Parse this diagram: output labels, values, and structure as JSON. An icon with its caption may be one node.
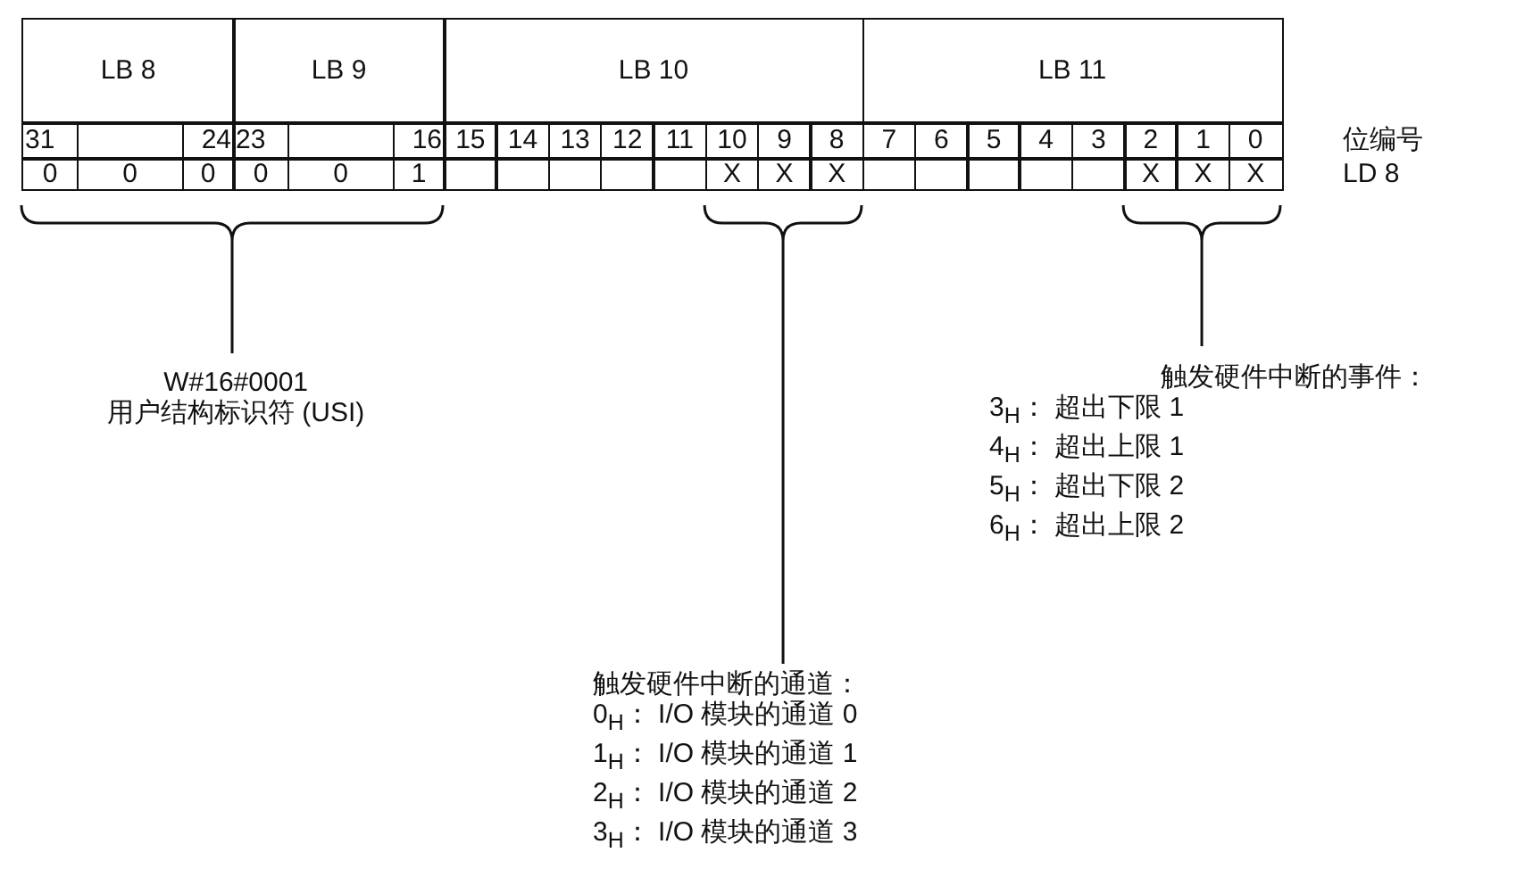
{
  "diagram": {
    "nodes": [
      {
        "text": [
          "W#16#0001",
          "用户结构标识符 (USI)"
        ]
      },
      {
        "text": [
          "触发硬件中断的通道：",
          "0$_{H}$：  I/O  模块的通道  0",
          "1$_{H}$：  I/O  模块的通道  1",
          "2$_{H}$：  I/O  模块的通道  2",
          "3$_{H}$：  I/O  模块的通道  3"
        ]
      },
      {
        "text": [
          "触发硬件中断的事件：",
          "3$_{H}$：   超出下限  1",
          "4$_{H}$：   超出上限  1",
          "5$_{H}$：   超出下限  2",
          "6$_{H}$：   超出上限  2"
        ]
      },
      {
        "text": [],
        "shape": "bracket"
      },
      {
        "text": [],
        "shape": "bracket"
      },
      {
        "text": [],
        "shape": "bracket"
      }
    ],
    "edges": [
      {
        "from": 0,
        "to": 3,
        "arrow": "none"
      },
      {
        "from": 1,
        "to": 4,
        "arrow": "none"
      },
      {
        "from": 2,
        "to": 5,
        "arrow": "none"
      }
    ],
    "labels": [
      "LB 8",
      "LB 9",
      "LB 10",
      "LB 11",
      "31",
      "24",
      "23",
      "16",
      "15",
      "14",
      "13",
      "12",
      "11",
      "10",
      "9",
      "8",
      "7",
      "6",
      "5",
      "4",
      "3",
      "2",
      "1",
      "0",
      "位编号",
      "0",
      "0",
      "0",
      "0",
      "0",
      "1",
      "X",
      "X",
      "X",
      "X",
      "X",
      "X",
      "LD 8"
    ]
  }
}
